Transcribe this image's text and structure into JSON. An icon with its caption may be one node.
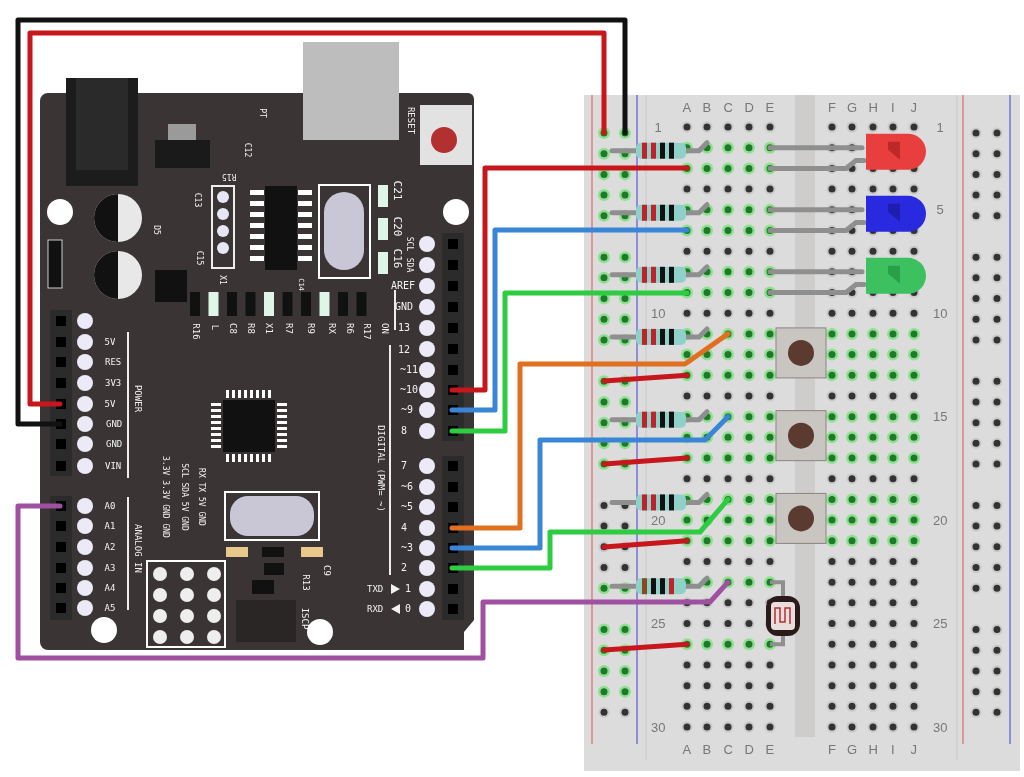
{
  "diagram": {
    "labels": [
      "PT",
      "RESET",
      "C12",
      "R15",
      "C13",
      "C21",
      "C20",
      "D5",
      "C15",
      "C16",
      "SCL",
      "SDA",
      "X1",
      "C14",
      "AREF",
      "R16",
      "L",
      "C8",
      "R8",
      "X1",
      "R7",
      "R9",
      "RX",
      "R6",
      "R17",
      "ON",
      "GND",
      "13",
      "5V",
      "12",
      "RES",
      "~11",
      "3V3",
      "POWER",
      "5V",
      "~10",
      "GND",
      "~9",
      "GND",
      "8",
      "VIN",
      "3.3V 3.3V GND GND",
      "SCL SDA 5V GND",
      "RX TX 5V GND",
      "DIGITAL (PWM= ~)",
      "7",
      "~6",
      "A0",
      "~5",
      "A1",
      "4",
      "ANALOG IN",
      "A2",
      "~3",
      "A3",
      "2",
      "R13",
      "C9",
      "A4",
      "TXD",
      "1",
      "ISCP",
      "A5",
      "RXD",
      "0",
      "A",
      "B",
      "C",
      "D",
      "E",
      "F",
      "G",
      "H",
      "I",
      "J",
      "1",
      "1",
      "5",
      "10",
      "10",
      "15",
      "20",
      "20",
      "25",
      "25",
      "30",
      "30",
      "A",
      "B",
      "C",
      "D",
      "E",
      "F",
      "G",
      "H",
      "I",
      "J"
    ]
  }
}
